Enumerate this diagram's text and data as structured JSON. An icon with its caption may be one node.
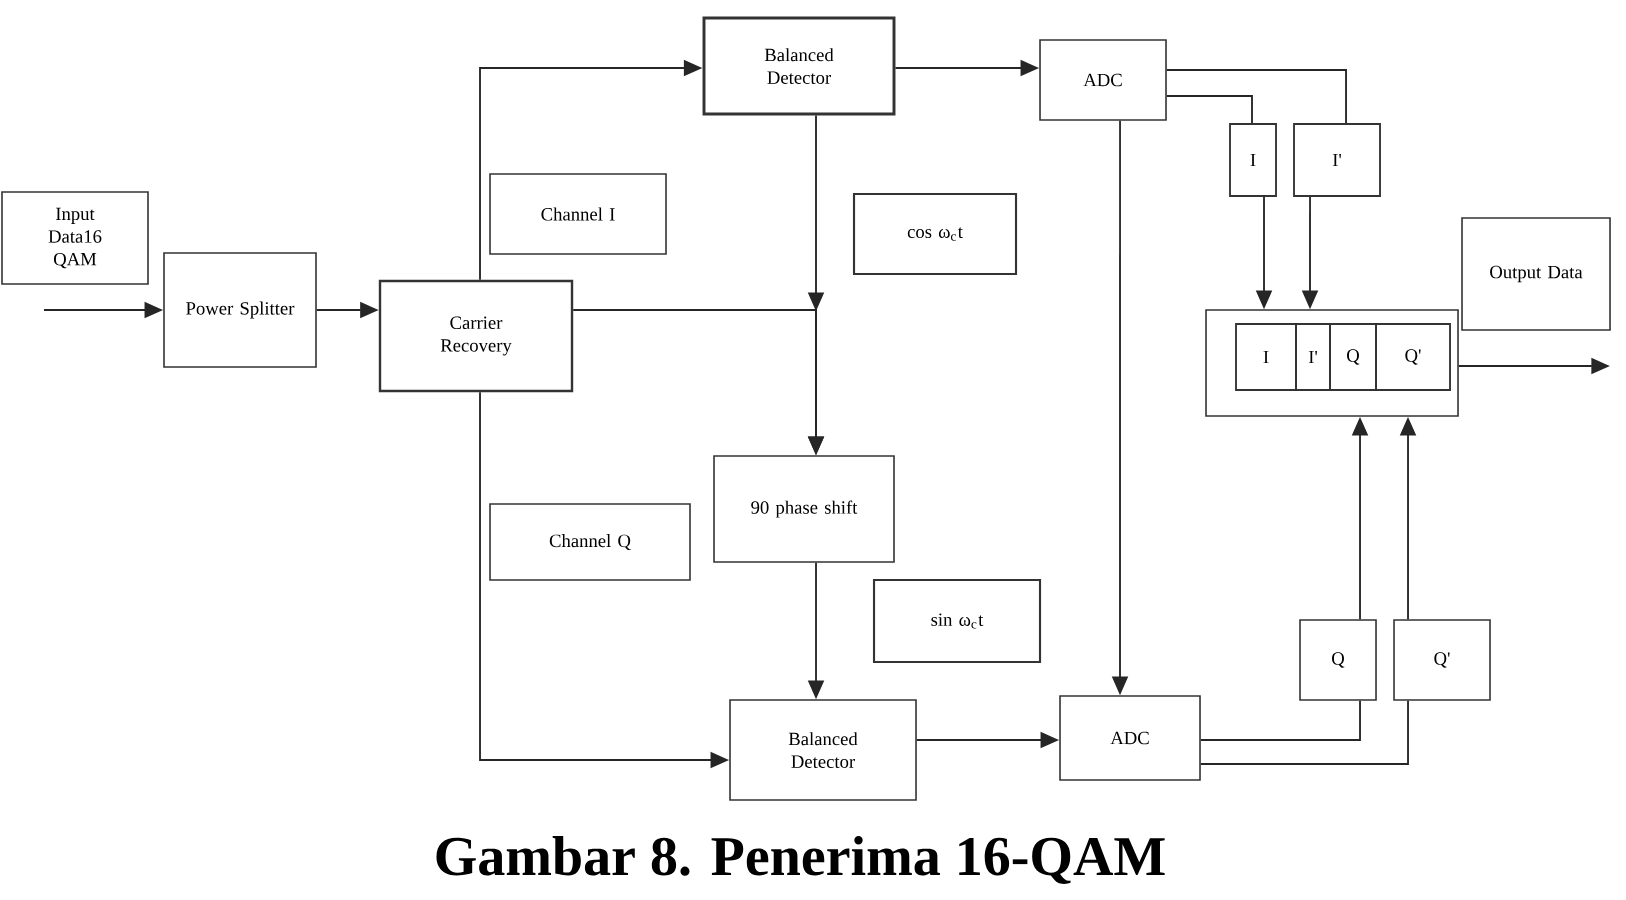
{
  "diagram": {
    "caption": "Gambar 8. Penerima 16-QAM",
    "nodes": [
      {
        "text": [
          "Input Data16 QAM"
        ]
      },
      {
        "text": [
          "Power Splitter"
        ]
      },
      {
        "text": [
          "Carrier Recovery"
        ]
      },
      {
        "text": [
          "Channel I"
        ]
      },
      {
        "text": [
          "Balanced Detector"
        ]
      },
      {
        "text": [
          "ADC"
        ]
      },
      {
        "text": [
          "cos ω$_{c}$t"
        ]
      },
      {
        "text": [
          "I"
        ]
      },
      {
        "text": [
          "I'"
        ]
      },
      {
        "text": [
          "Output Data"
        ]
      },
      {
        "text": [],
        "shape": "box"
      },
      {
        "text": [
          "I"
        ],
        "in": 10
      },
      {
        "text": [
          "I'"
        ],
        "in": 10
      },
      {
        "text": [
          "Q"
        ],
        "in": 10
      },
      {
        "text": [
          "Q'"
        ],
        "in": 10
      },
      {
        "text": [
          "90 phase shift"
        ]
      },
      {
        "text": [
          "sin ω$_{c}$t"
        ]
      },
      {
        "text": [
          "Channel Q"
        ]
      },
      {
        "text": [
          "Balanced Detector"
        ]
      },
      {
        "text": [
          "ADC"
        ]
      },
      {
        "text": [
          "Q"
        ]
      },
      {
        "text": [
          "Q'"
        ]
      }
    ],
    "edges": [
      {
        "from": null,
        "to": 1,
        "arrow": "to"
      },
      {
        "from": 1,
        "to": 2,
        "arrow": "to"
      },
      {
        "from": 2,
        "to": 4,
        "arrow": "to"
      },
      {
        "from": 2,
        "to": 15,
        "arrow": "to"
      },
      {
        "from": 4,
        "to": 15,
        "arrow": "to"
      },
      {
        "from": 4,
        "to": 5,
        "arrow": "to"
      },
      {
        "from": 5,
        "to": 7,
        "arrow": "none"
      },
      {
        "from": 5,
        "to": 8,
        "arrow": "none"
      },
      {
        "from": 7,
        "to": 10,
        "arrow": "to"
      },
      {
        "from": 8,
        "to": 10,
        "arrow": "to"
      },
      {
        "from": 5,
        "to": 19,
        "arrow": "to"
      },
      {
        "from": 10,
        "to": null,
        "arrow": "to"
      },
      {
        "from": 2,
        "to": 18,
        "arrow": "to"
      },
      {
        "from": 15,
        "to": 18,
        "arrow": "to"
      },
      {
        "from": 18,
        "to": 19,
        "arrow": "to"
      },
      {
        "from": 19,
        "to": 20,
        "arrow": "none"
      },
      {
        "from": 19,
        "to": 21,
        "arrow": "none"
      },
      {
        "from": 20,
        "to": 10,
        "arrow": "to"
      },
      {
        "from": 21,
        "to": 10,
        "arrow": "to"
      }
    ]
  }
}
